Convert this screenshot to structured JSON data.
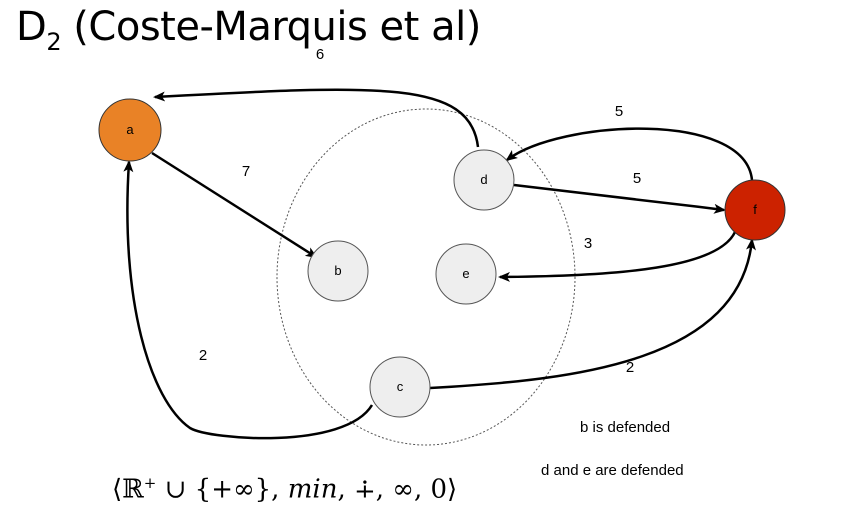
{
  "title": {
    "main": "D",
    "sub": "2",
    "rest": " (Coste-Marquis et al)"
  },
  "nodes": {
    "a": {
      "label": "a",
      "fill": "#e98226"
    },
    "b": {
      "label": "b",
      "fill": "#eeeeee"
    },
    "c": {
      "label": "c",
      "fill": "#eeeeee"
    },
    "d": {
      "label": "d",
      "fill": "#eeeeee"
    },
    "e": {
      "label": "e",
      "fill": "#eeeeee"
    },
    "f": {
      "label": "f",
      "fill": "#cc2200"
    }
  },
  "edges": [
    {
      "from": "d",
      "to": "a",
      "weight": "6"
    },
    {
      "from": "a",
      "to": "b",
      "weight": "7"
    },
    {
      "from": "f",
      "to": "d",
      "weight": "5"
    },
    {
      "from": "d",
      "to": "f",
      "weight": "5"
    },
    {
      "from": "f",
      "to": "e",
      "weight": "3"
    },
    {
      "from": "c",
      "to": "a",
      "weight": "2"
    },
    {
      "from": "c",
      "to": "f",
      "weight": "2"
    }
  ],
  "notes": {
    "b_defended": "b is defended",
    "de_defended": "d and e are defended"
  },
  "formula": {
    "open": "⟨ℝ",
    "sup": "+",
    "union": " ∪ {+∞}, ",
    "min": "min",
    "rest": ", ∔, ∞, 0⟩"
  }
}
